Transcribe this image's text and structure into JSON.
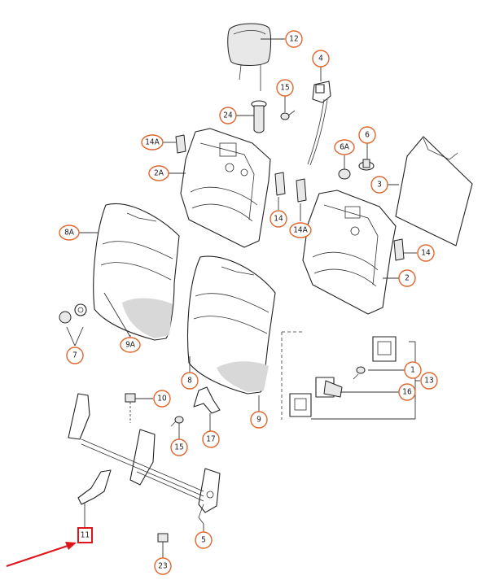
{
  "diagram": {
    "callouts": [
      {
        "id": "c12",
        "text": "12"
      },
      {
        "id": "c4",
        "text": "4"
      },
      {
        "id": "c15a",
        "text": "15"
      },
      {
        "id": "c24",
        "text": "24"
      },
      {
        "id": "c14A_left",
        "text": "14A"
      },
      {
        "id": "c6",
        "text": "6"
      },
      {
        "id": "c6A",
        "text": "6A"
      },
      {
        "id": "c2A",
        "text": "2A"
      },
      {
        "id": "c3",
        "text": "3"
      },
      {
        "id": "c14_mid",
        "text": "14"
      },
      {
        "id": "c14A_mid",
        "text": "14A"
      },
      {
        "id": "c8A",
        "text": "8A"
      },
      {
        "id": "c14_right",
        "text": "14"
      },
      {
        "id": "c2",
        "text": "2"
      },
      {
        "id": "c7",
        "text": "7"
      },
      {
        "id": "c9A",
        "text": "9A"
      },
      {
        "id": "c1",
        "text": "1"
      },
      {
        "id": "c13",
        "text": "13"
      },
      {
        "id": "c8",
        "text": "8"
      },
      {
        "id": "c16",
        "text": "16"
      },
      {
        "id": "c10",
        "text": "10"
      },
      {
        "id": "c9",
        "text": "9"
      },
      {
        "id": "c15b",
        "text": "15"
      },
      {
        "id": "c17",
        "text": "17"
      },
      {
        "id": "c11",
        "text": "11"
      },
      {
        "id": "c5",
        "text": "5"
      },
      {
        "id": "c23",
        "text": "23"
      }
    ],
    "colors": {
      "callout_stroke": "#e0662e",
      "highlight_box": "#e0151b",
      "pointer_arrow": "#e0151b",
      "line_art": "#222222"
    }
  }
}
